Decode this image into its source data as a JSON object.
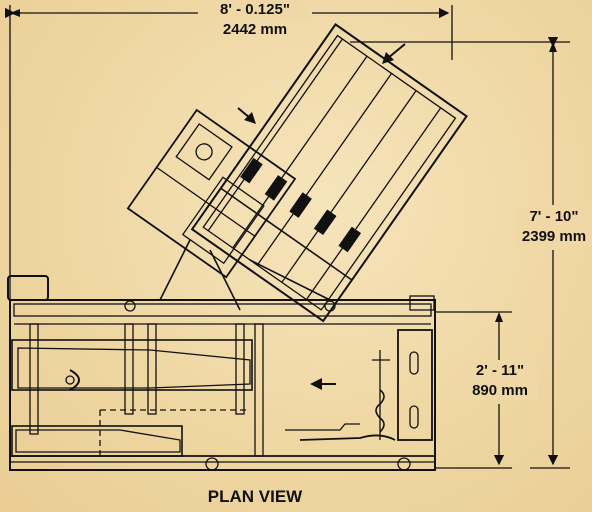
{
  "dimensions": {
    "overall_width_ft": "8' - 0.125\"",
    "overall_width_mm": "2442 mm",
    "overall_height_ft": "7' - 10\"",
    "overall_height_mm": "2399 mm",
    "base_height_ft": "2' - 11\"",
    "base_height_mm": "890 mm"
  },
  "view_title": "PLAN VIEW",
  "colors": {
    "background": "#efd8a6",
    "line": "#111111"
  }
}
